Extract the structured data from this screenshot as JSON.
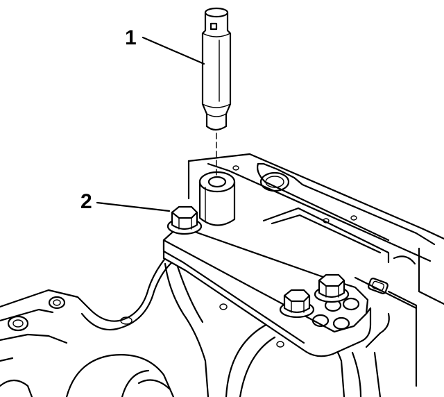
{
  "callouts": [
    {
      "number": "1",
      "part": "installer-tool"
    },
    {
      "number": "2",
      "part": "bolt"
    }
  ],
  "colors": {
    "ink": "#000000",
    "paper": "#ffffff"
  }
}
